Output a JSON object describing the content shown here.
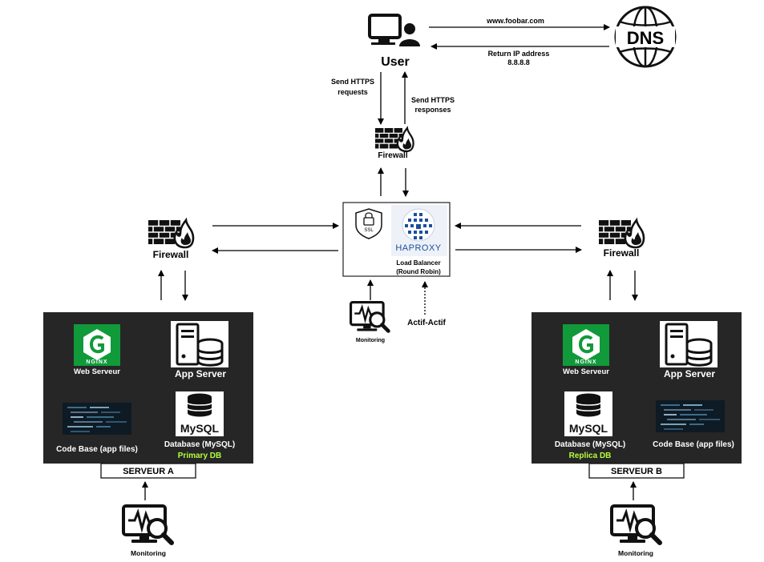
{
  "user": {
    "label": "User"
  },
  "dns": {
    "label": "DNS",
    "request_label": "www.foobar.com",
    "response_label_1": "Return IP address",
    "response_label_2": "8.8.8.8"
  },
  "https": {
    "requests_1": "Send HTTPS",
    "requests_2": "requests",
    "responses_1": "Send HTTPS",
    "responses_2": "responses"
  },
  "firewall": {
    "label": "Firewall"
  },
  "load_balancer": {
    "ssl": "SSL",
    "logo": "HAPROXY",
    "label_1": "Load Balancer",
    "label_2": "(Round Robin)",
    "mode": "Actif-Actif"
  },
  "monitoring": {
    "label": "Monitoring"
  },
  "server_a": {
    "name": "SERVEUR A",
    "web_logo": "NGINX",
    "web_label": "Web Serveur",
    "app_label": "App Server",
    "code_label": "Code Base (app files)",
    "db_logo": "MySQL",
    "db_label": "Database (MySQL)",
    "db_role": "Primary DB"
  },
  "server_b": {
    "name": "SERVEUR B",
    "web_logo": "NGINX",
    "web_label": "Web Serveur",
    "app_label": "App Server",
    "code_label": "Code Base (app files)",
    "db_logo": "MySQL",
    "db_label": "Database (MySQL)",
    "db_role": "Replica DB"
  },
  "colors": {
    "panel": "#262626",
    "nginx_green": "#109a3a",
    "db_role_green": "#b6ff3b",
    "haproxy_blue": "#1b4f9c"
  }
}
